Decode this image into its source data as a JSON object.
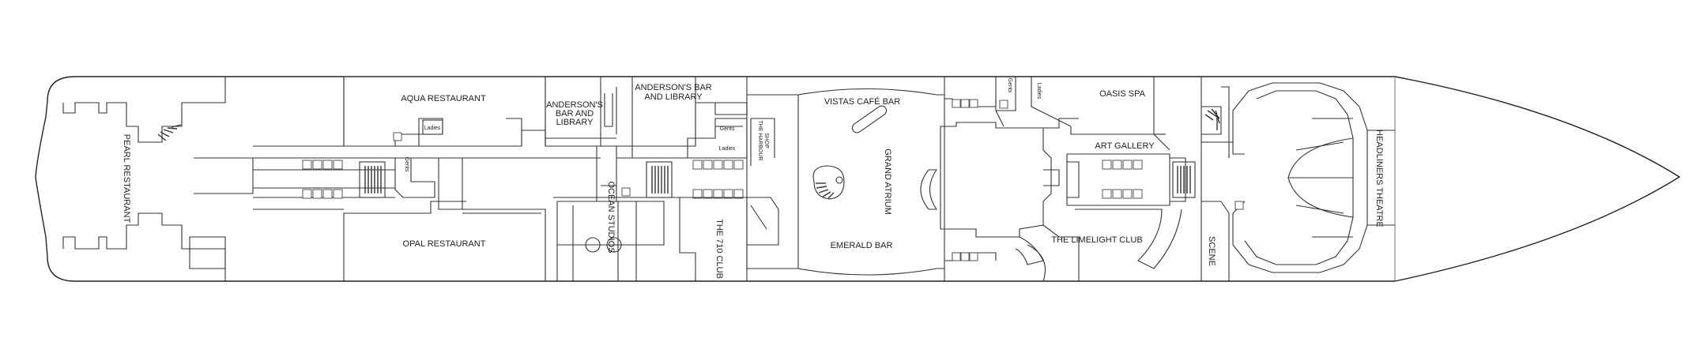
{
  "deck_plan": {
    "venues": {
      "aqua_restaurant": "AQUA RESTAURANT",
      "pearl_restaurant": "PEARL RESTAURANT",
      "opal_restaurant": "OPAL RESTAURANT",
      "andersons_bar_library_1": "ANDERSON'S",
      "andersons_bar_library_2": "BAR AND",
      "andersons_bar_library_3": "LIBRARY",
      "andersons_bar_and_library_1": "ANDERSON'S BAR",
      "andersons_bar_and_library_2": "AND LIBRARY",
      "ocean_studios": "OCEAN STUDIOS",
      "the_710_club": "THE 710 CLUB",
      "vistas_cafe_bar": "VISTAS CAFÉ BAR",
      "grand_atrium": "GRAND ATRIUM",
      "emerald_bar": "EMERALD BAR",
      "oasis_spa": "OASIS SPA",
      "art_gallery": "ART GALLERY",
      "the_limelight_club": "THE LIMELIGHT CLUB",
      "scene": "SCENE",
      "headliners_theatre": "HEADLINERS THEATRE"
    },
    "facilities": {
      "ladies_aft": "Ladies",
      "gents_aft": "Gents",
      "gents_mid": "Gents",
      "ladies_mid": "Ladies",
      "gents_fwd": "Gents",
      "ladies_fwd": "Ladies",
      "harbour_shop_1": "THE HARBOUR",
      "harbour_shop_2": "SHOP"
    }
  }
}
